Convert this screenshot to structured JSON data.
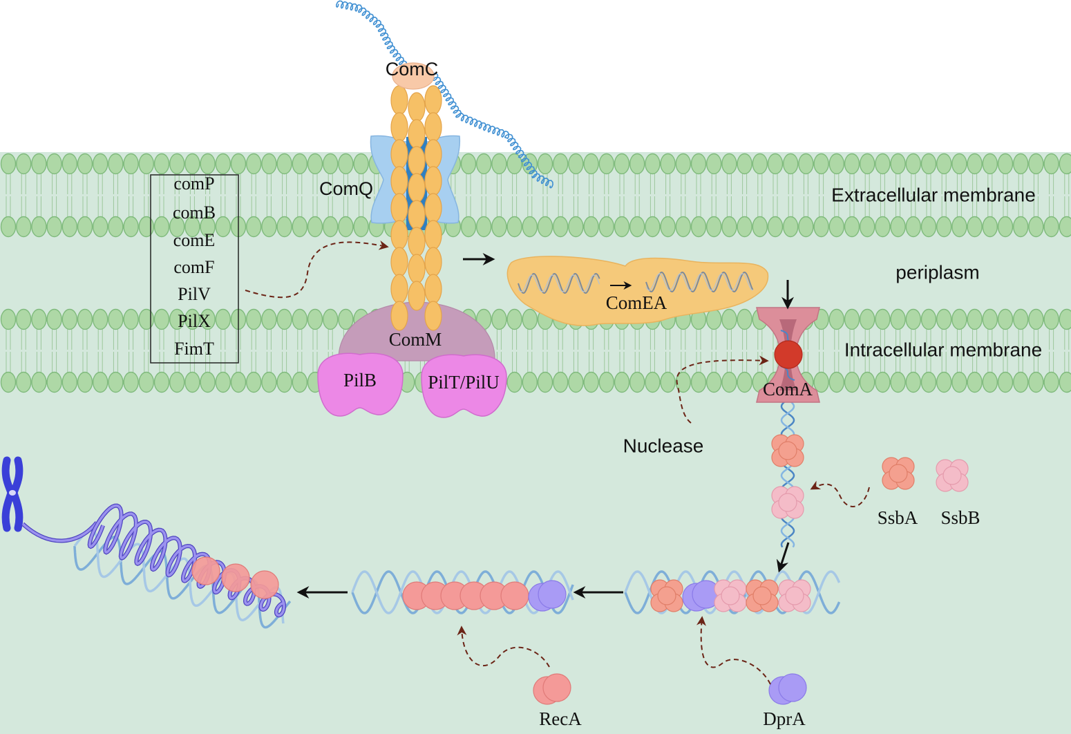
{
  "labels": {
    "comc": "ComC",
    "comq": "ComQ",
    "extracellular": "Extracellular membrane",
    "periplasm": "periplasm",
    "intracellular": "Intracellular membrane",
    "comm": "ComM",
    "pilb": "PilB",
    "pilt_pilu": "PilT/PilU",
    "comea": "ComEA",
    "coma": "ComA",
    "nuclease": "Nuclease",
    "ssba": "SsbA",
    "ssbb": "SsbB",
    "reca": "RecA",
    "dpra": "DprA"
  },
  "gene_box": [
    "comP",
    "comB",
    "comE",
    "comF",
    "PilV",
    "PilX",
    "FimT"
  ],
  "colors": {
    "background_cell": "#d4e8dc",
    "lipid_head": "#aed8a6",
    "pilin": "#f6c066",
    "comq": "#a7cff0",
    "comm": "#c59cba",
    "pilb_pilt": "#ec88e6",
    "comea": "#f5c97a",
    "coma": "#dc8e9a",
    "ssba_reca": "#f4a08f",
    "ssbb": "#f4bcc8",
    "dpra": "#a99bf5",
    "dna": "#3f8fd2"
  }
}
